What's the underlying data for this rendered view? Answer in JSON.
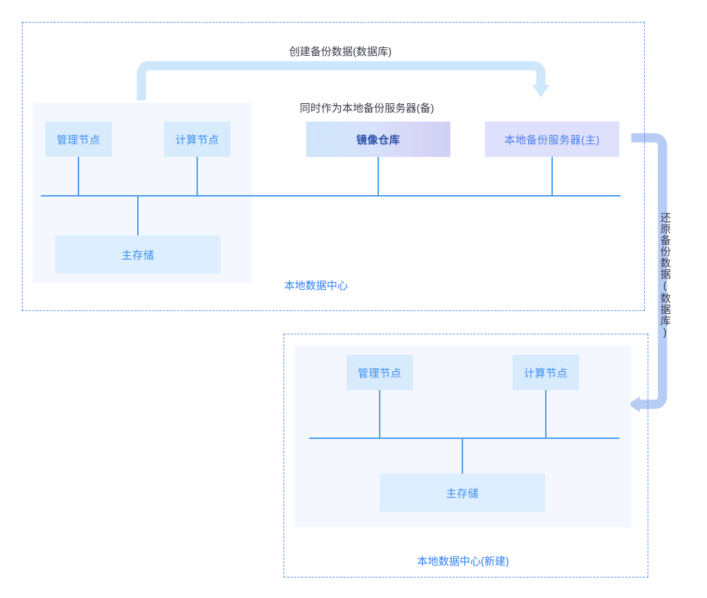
{
  "diagram": {
    "title_top_region": "本地数据中心",
    "title_bottom_region": "本地数据中心(新建)",
    "captions": {
      "create_backup": "创建备份数据(数据库)",
      "also_local_backup": "同时作为本地备份服务器(备)",
      "restore_backup": "还原备份数据(数据库)"
    },
    "top_region": {
      "nodes": [
        {
          "label": "管理节点",
          "kind": "node-blue"
        },
        {
          "label": "计算节点",
          "kind": "node-blue"
        },
        {
          "label": "镜像仓库",
          "kind": "node-gradient"
        },
        {
          "label": "本地备份服务器(主)",
          "kind": "node-purple"
        },
        {
          "label": "主存储",
          "kind": "node-storage"
        }
      ]
    },
    "bottom_region": {
      "nodes": [
        {
          "label": "管理节点",
          "kind": "node-blue"
        },
        {
          "label": "计算节点",
          "kind": "node-blue"
        },
        {
          "label": "主存储",
          "kind": "node-storage"
        }
      ]
    },
    "colors": {
      "region_border": "#4a90e8",
      "panel_background": "#f4f8fe",
      "node_blue_bg": "#d7ebfd",
      "node_blue_text": "#3c8ef5",
      "node_purple_bg": "#dfe0fb",
      "node_purple_text": "#4a7ff0",
      "gradient_start": "#cfe6fb",
      "gradient_end": "#cfd0f3",
      "connector_line": "#4a9bf0",
      "arrow_top": "#cfe7fb",
      "arrow_right": "#b6ccf5",
      "region_title_text": "#2d7ff9",
      "caption_text": "#3a3a4a"
    }
  }
}
